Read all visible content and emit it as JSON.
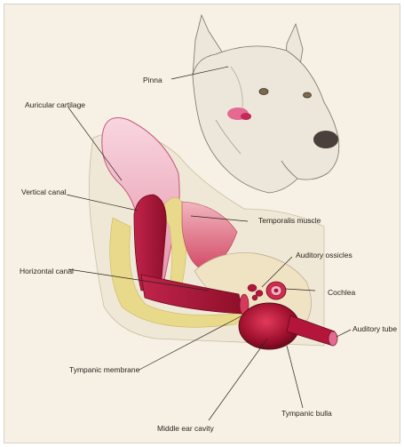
{
  "labels": {
    "pinna": "Pinna",
    "auricular_cartilage": "Auricular cartilage",
    "vertical_canal": "Vertical canal",
    "temporalis_muscle": "Temporalis muscle",
    "auditory_ossicles": "Auditory ossicles",
    "horizontal_canal": "Horizontal canal",
    "cochlea": "Cochlea",
    "auditory_tube": "Auditory tube",
    "tympanic_membrane": "Tympanic membrane",
    "tympanic_bulla": "Tympanic bulla",
    "middle_ear_cavity": "Middle ear cavity"
  },
  "colors": {
    "background": "#f6f1e4",
    "cartilage_pink": "#e9a3b6",
    "canal_red": "#b0183a",
    "muscle_red": "#d9506a",
    "fat_yellow": "#e9d98a",
    "bone_cream": "#efe3c4"
  }
}
